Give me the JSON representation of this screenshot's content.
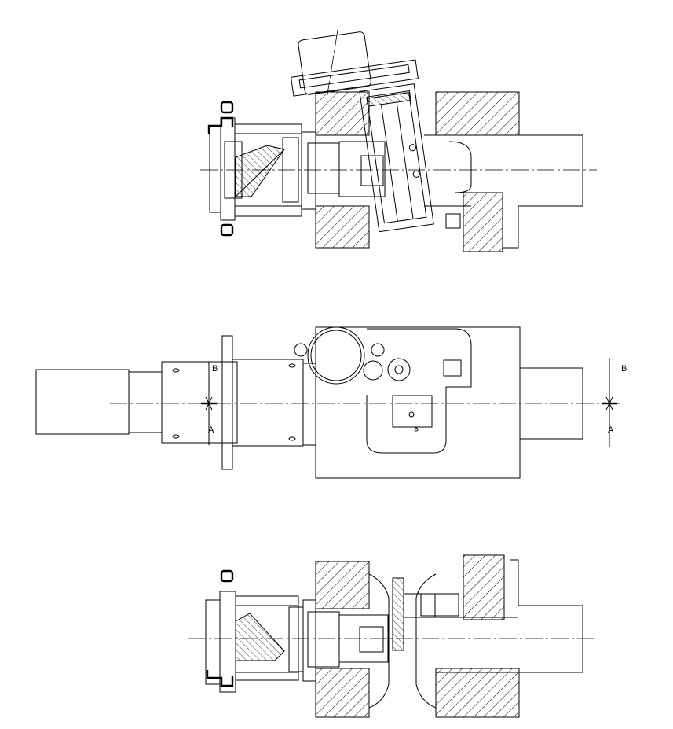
{
  "section_labels": {
    "top_left": "B",
    "bottom_left": "A",
    "top_right": "B",
    "bottom_right": "A"
  }
}
